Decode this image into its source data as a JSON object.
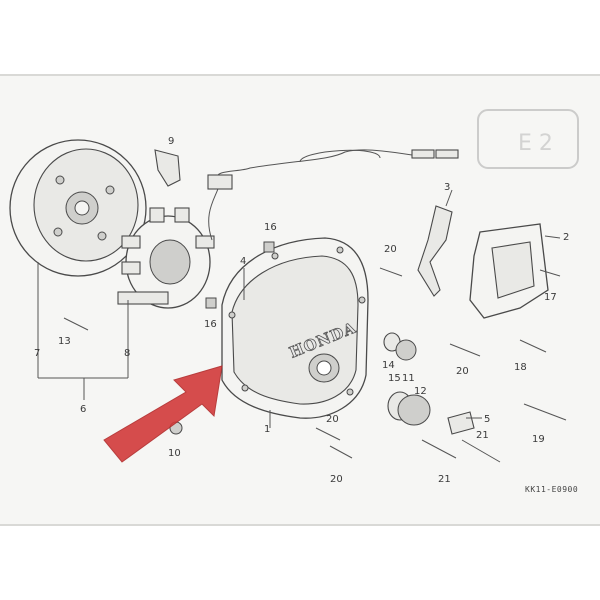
{
  "diagram": {
    "reference_code": "KK11-E0900",
    "cover_brand_text": "HONDA",
    "corner_fragment": "E 2",
    "callouts": [
      "1",
      "2",
      "3",
      "4",
      "5",
      "6",
      "7",
      "8",
      "9",
      "10",
      "11",
      "12",
      "13",
      "14",
      "15",
      "16",
      "16",
      "17",
      "18",
      "19",
      "20",
      "20",
      "20",
      "20",
      "21",
      "21"
    ],
    "arrow_color": "#d23a3a",
    "paper_color": "#f6f6f4",
    "ink_color": "#444444"
  }
}
